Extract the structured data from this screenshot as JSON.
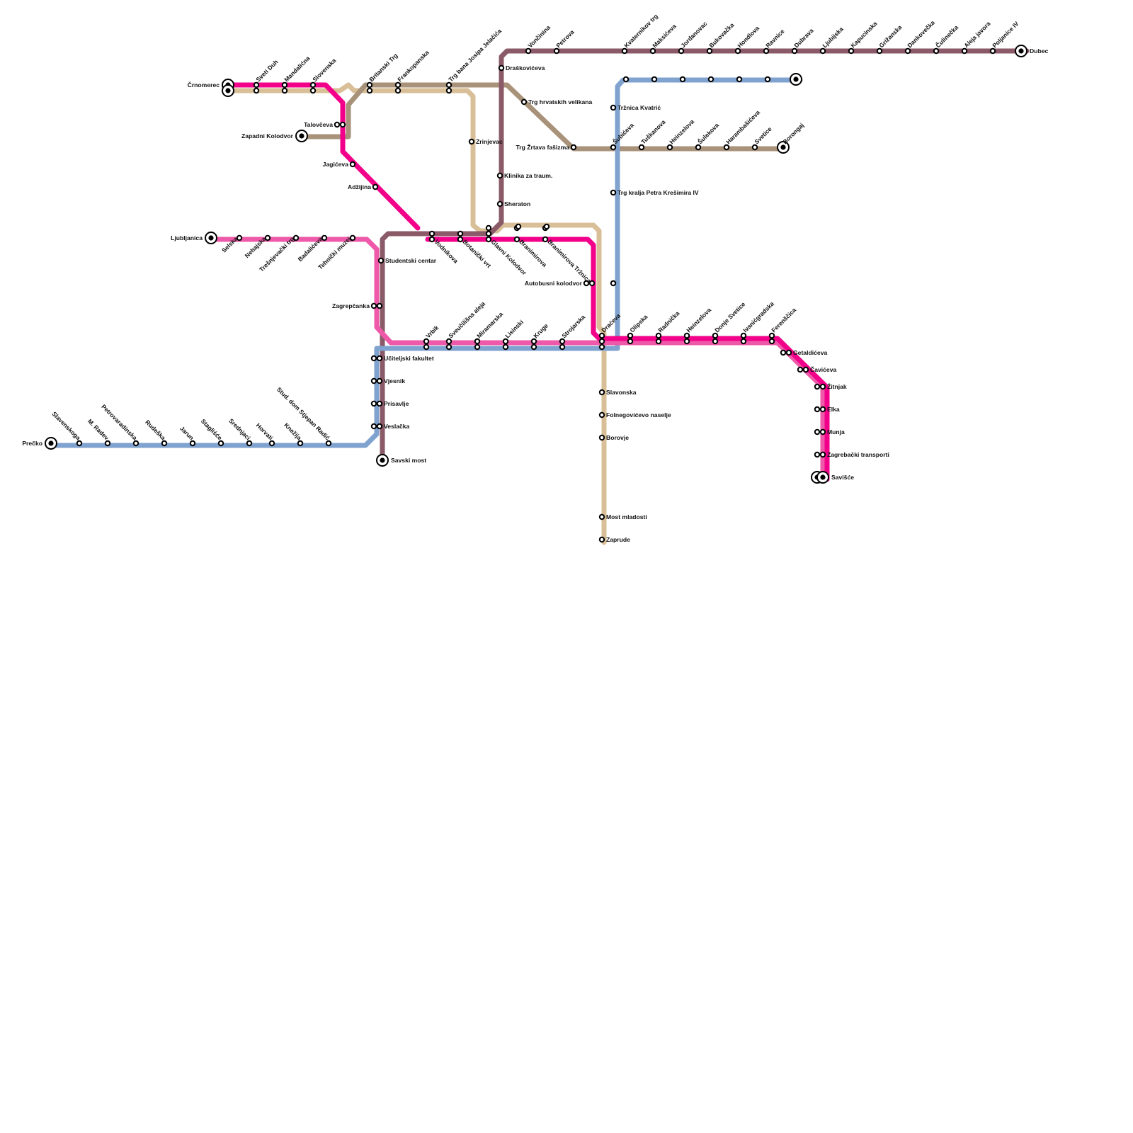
{
  "map": {
    "colors": {
      "magenta": "#f2008a",
      "pink": "#ee5aa9",
      "brown": "#8a5a68",
      "taupe": "#a8927a",
      "sand": "#d8bf98",
      "blue": "#7fa2cf"
    },
    "lines": [
      {
        "id": "magenta",
        "color": "#f2008a"
      },
      {
        "id": "pink",
        "color": "#ee5aa9"
      },
      {
        "id": "brown",
        "color": "#8a5a68"
      },
      {
        "id": "taupe",
        "color": "#a8927a"
      },
      {
        "id": "sand",
        "color": "#d8bf98"
      },
      {
        "id": "blue",
        "color": "#7fa2cf"
      }
    ],
    "stations": {
      "crnomerec": "Črnomerec",
      "sveti_duh": "Sveti Duh",
      "mandaliceva": "Mandalićna",
      "slovenska": "Slovenska",
      "britanski_trg": "Britanski Trg",
      "frankopanska": "Frankopanska",
      "trg_bana": "Trg bana Josipa Jelačića",
      "voncinina": "Vončinina",
      "petrova": "Petrova",
      "kvaternikov_trg": "Kvaternikov trg",
      "maksimir": "Maksićeva",
      "jordanovac": "Jordanovac",
      "bukovacka": "Bukovačka",
      "hondlova": "Hondlova",
      "ravnice": "Ravnice",
      "dubrava": "Dubrava",
      "ljubijska": "Ljubijska",
      "kapucinska": "Kapucinska",
      "grizanska": "Grižanska",
      "dankovecka": "Dankovečka",
      "culinecka": "Čulinečka",
      "aleja_javora": "Aleja javora",
      "poljanice": "Poljanice IV",
      "dubec": "Dubec",
      "draskoviceva": "Draškovićeva",
      "trg_hrvatskih": "Trg hrvatskih velikana",
      "trg_zrtava": "Trg Žrtava fašizma",
      "subiceva": "Šubićeva",
      "tuskanova": "Tuškanova",
      "heinzelova": "Heinzelova",
      "sulekova": "Šulekova",
      "harambasiceva": "Harambašićeva",
      "svetice": "Svetice",
      "borongaj": "Borongaj",
      "trznica_kvatric": "Tržnica Kvatrić",
      "trg_kralja": "Trg kralja Petra Krešimira IV",
      "talovceva": "Talovčeva",
      "zapadni": "Zapadni Kolodvor",
      "jagiceva": "Jagićeva",
      "adzijina": "Adžijina",
      "zrinjevac": "Zrinjevac",
      "klinika": "Klinika za traum.",
      "sheraton": "Sheraton",
      "ljubljanica": "Ljubljanica",
      "selska": "Selska",
      "nehajska": "Nehajska",
      "tresnjevacki": "Trešnjevački trg",
      "badaliceva": "Badalićeva",
      "tehnicki": "Tehnički muzej",
      "studentski": "Studentski centar",
      "vodnikova": "Vodnikova",
      "botanicki": "Botanički vrt",
      "glavni": "Glavni Kolodvor",
      "branimirova": "Branimirova",
      "branimirova_trznica": "Branimirova Tržnica",
      "autobusni": "Autobusni kolodvor",
      "zagrepcanka": "Zagrepčanka",
      "vrbik": "Vrbik",
      "sveucilisna": "Sveučilišna aleja",
      "miramarska": "Miramarska",
      "lisinski": "Lisinski",
      "kruge": "Kruge",
      "strojarska": "Strojarska",
      "draceva": "Draćeva",
      "ulipska": "Olipska",
      "radnicka": "Radnička",
      "heinzelova2": "Heinzelova",
      "donje_svetice": "Donje Svetice",
      "ivanicgradska": "Ivanićgradska",
      "ferenscica": "Ferenščica",
      "getaldiceva": "Getaldićeva",
      "caviceva": "Čavićeva",
      "zitnjak": "Žitnjak",
      "elka": "Elka",
      "munja": "Munja",
      "zagrebacki": "Zagrebački transporti",
      "savisce": "Savišće",
      "uciteljski": "Učiteljski fakultet",
      "vjesnik": "Vjesnik",
      "prisavlje": "Prisavlje",
      "veslacka": "Veslačka",
      "savski_most": "Savski most",
      "slavonska": "Slavonska",
      "folnegovicevo": "Folnegovićevo naselje",
      "borovje": "Borovje",
      "most_mladosti": "Most mladosti",
      "zaprude": "Zaprude",
      "precko": "Prečko",
      "slavenskoga": "Slavenskoga",
      "m_radev": "M. Radev",
      "petrovaradinska": "Petrovaradinska",
      "rudeska": "Rudeška",
      "jarun": "Jarun",
      "stagliscc": "Stagliśće",
      "srednjaci": "Srednjaci",
      "horvati": "Horvati",
      "knezija": "Knežija",
      "stud_dom": "Stud. dom Stjepan Radić"
    }
  }
}
